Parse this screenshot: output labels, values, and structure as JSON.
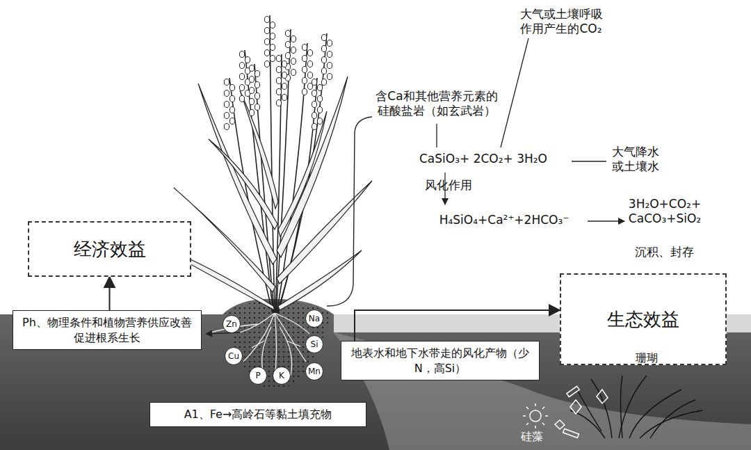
{
  "diagram": {
    "nodes": [
      {
        "text": [
          "经济效益"
        ]
      },
      {
        "text": [
          "Ph、物理条件和植物营养供应改善促进根系生长"
        ]
      },
      {
        "text": [
          "Zn"
        ]
      },
      {
        "text": [
          "Na"
        ]
      },
      {
        "text": [
          "Si"
        ]
      },
      {
        "text": [
          "Cu"
        ]
      },
      {
        "text": [
          "Mn"
        ]
      },
      {
        "text": [
          "P"
        ]
      },
      {
        "text": [
          "K"
        ]
      },
      {
        "text": [
          "地表水和地下水带走的风化产物（少N，高Si）"
        ]
      },
      {
        "text": [
          "生态效益"
        ]
      },
      {
        "text": [
          "A1、Fe→高岭石等黏土填充物"
        ]
      }
    ],
    "edges": [
      {
        "from": 1,
        "to": 0,
        "arrow": "to"
      },
      {
        "from": 9,
        "to": 10,
        "arrow": "to"
      }
    ],
    "labels": [
      "含Ca和其他营养元素的硅酸盐岩（如玄武岩）",
      "大气或土壤呼吸作用产生的CO₂",
      "CaSiO₃+ 2CO₂+ 3H₂O",
      "大气降水或土壤水",
      "风化作用",
      "H₄SiO₄+Ca²⁺+2HCO₃⁻",
      "3H₂O+CO₂+ CaCO₃+SiO₂",
      "沉积、封存",
      "珊瑚",
      "硅藻"
    ]
  }
}
